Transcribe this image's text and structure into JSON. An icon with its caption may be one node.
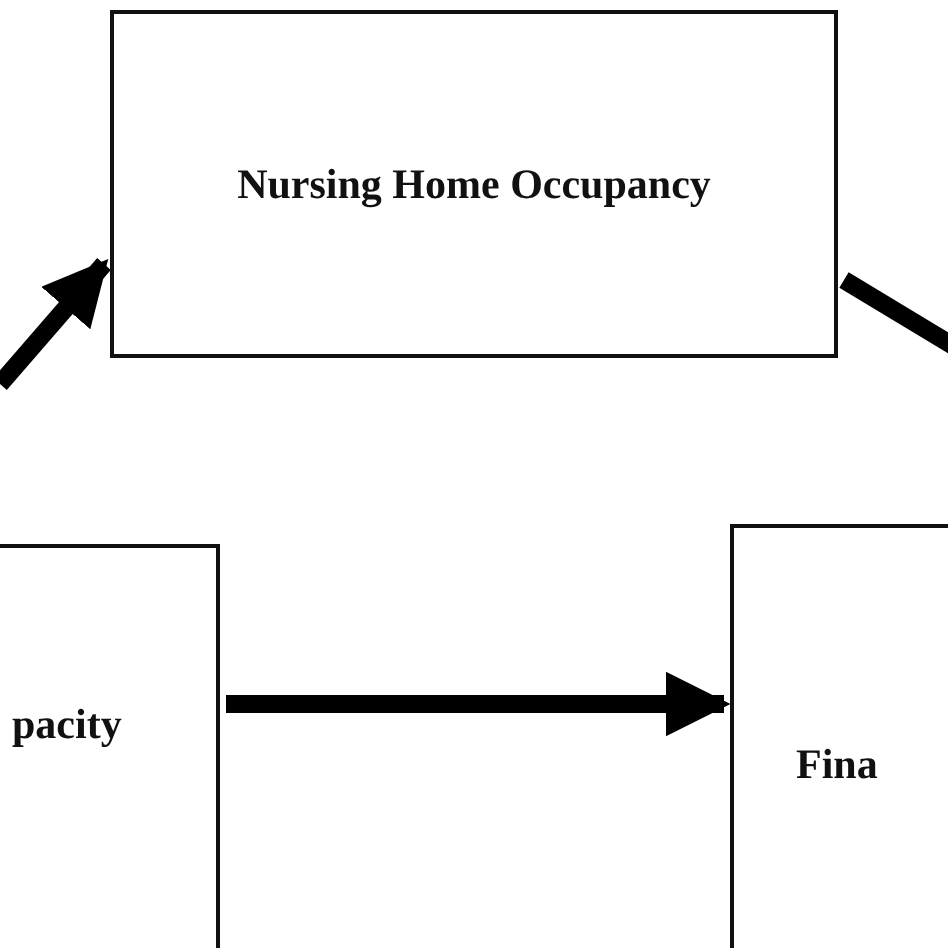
{
  "diagram": {
    "nodes": [
      {
        "text": [
          "Nursing Home Occupancy"
        ]
      },
      {
        "text": [
          "pacity"
        ]
      },
      {
        "text": [
          "Fina"
        ]
      }
    ],
    "edges": [
      {
        "from": null,
        "to": 0,
        "arrow": "to"
      },
      {
        "from": 1,
        "to": 2,
        "arrow": "to"
      },
      {
        "from": 0,
        "to": null,
        "arrow": "none"
      }
    ]
  }
}
